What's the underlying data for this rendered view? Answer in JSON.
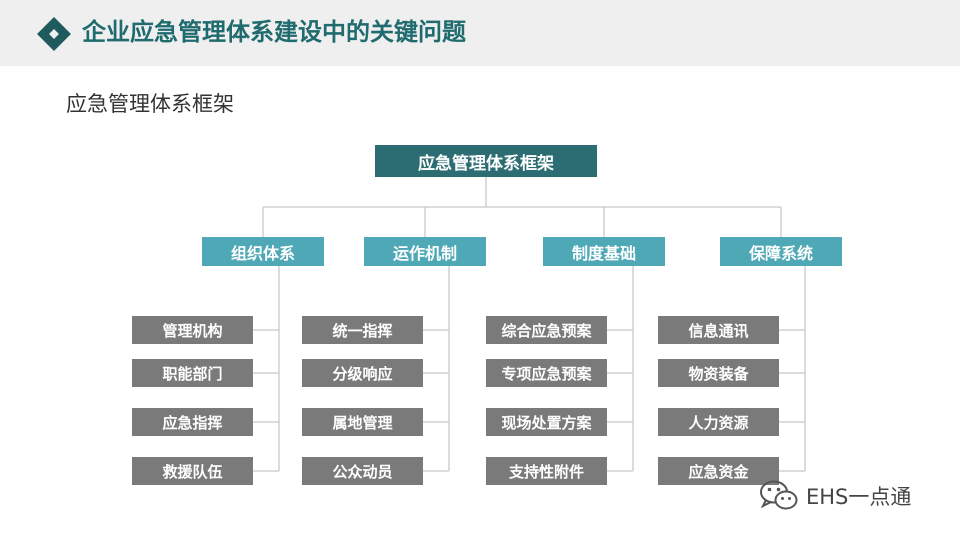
{
  "header": {
    "title": "企业应急管理体系建设中的关键问题"
  },
  "subtitle": "应急管理体系框架",
  "colors": {
    "header_bg": "#efefef",
    "title": "#1f6b6e",
    "root": "#2b6d72",
    "category": "#4ea8b6",
    "item": "#7a7a7a",
    "line": "#c8c8c8"
  },
  "root": {
    "label": "应急管理体系框架"
  },
  "categories": [
    {
      "label": "组织体系",
      "items": [
        "管理机构",
        "职能部门",
        "应急指挥",
        "救援队伍"
      ]
    },
    {
      "label": "运作机制",
      "items": [
        "统一指挥",
        "分级响应",
        "属地管理",
        "公众动员"
      ]
    },
    {
      "label": "制度基础",
      "items": [
        "综合应急预案",
        "专项应急预案",
        "现场处置方案",
        "支持性附件"
      ]
    },
    {
      "label": "保障系统",
      "items": [
        "信息通讯",
        "物资装备",
        "人力资源",
        "应急资金"
      ]
    }
  ],
  "watermark": {
    "text": "EHS一点通",
    "icon": "wechat-icon"
  }
}
